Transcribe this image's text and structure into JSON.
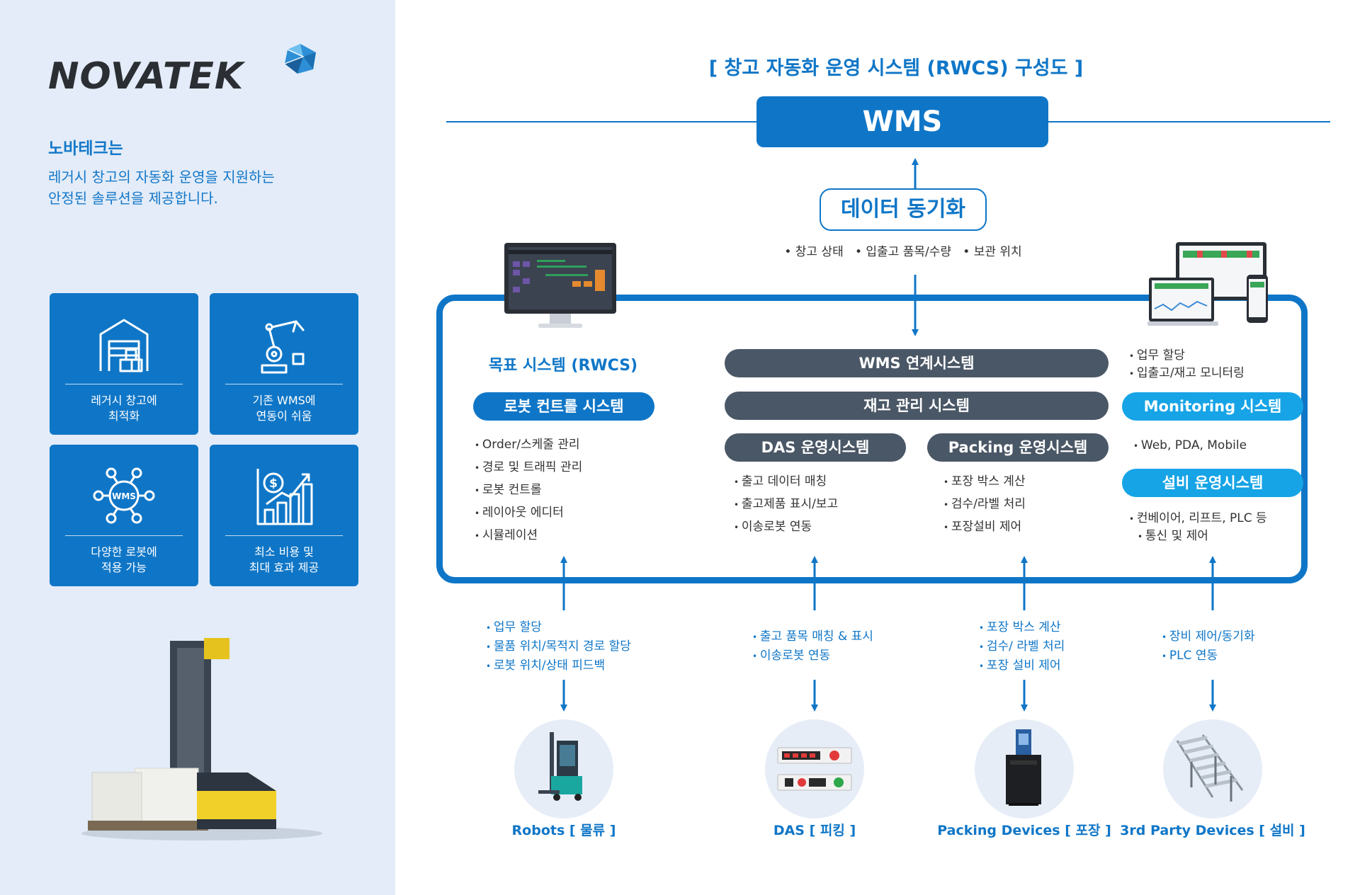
{
  "brand": {
    "logo_text": "NOVATEK",
    "intro_title": "노바테크는",
    "intro_lines": [
      "레거시 창고의 자동화 운영을 지원하는",
      "안정된 솔루션을 제공합니다."
    ]
  },
  "features": [
    {
      "icon": "warehouse-icon",
      "line1": "레거시 창고에",
      "line2": "최적화"
    },
    {
      "icon": "robot-arm-icon",
      "line1": "기존 WMS에",
      "line2": "연동이 쉬움"
    },
    {
      "icon": "wms-network-icon",
      "line1": "다양한 로봇에",
      "line2": "적용 가능"
    },
    {
      "icon": "growth-chart-icon",
      "line1": "최소 비용 및",
      "line2": "최대 효과 제공"
    }
  ],
  "diagram": {
    "title": "[ 창고 자동화 운영 시스템 (RWCS) 구성도 ]",
    "wms_label": "WMS",
    "sync_label": "데이터 동기화",
    "sync_items": [
      "창고 상태",
      "입출고 품목/수량",
      "보관 위치"
    ],
    "rwcs": {
      "title": "목표 시스템 (RWCS)",
      "pill": "로봇 컨트롤 시스템",
      "items": [
        "Order/스케줄 관리",
        "경로 및 트래픽 관리",
        "로봇 컨트롤",
        "레이아웃 에디터",
        "시뮬레이션"
      ]
    },
    "center": {
      "bar1": "WMS 연계시스템",
      "bar2": "재고 관리 시스템",
      "das": {
        "pill": "DAS 운영시스템",
        "items": [
          "출고 데이터 매칭",
          "출고제품 표시/보고",
          "이송로봇 연동"
        ]
      },
      "packing": {
        "pill": "Packing 운영시스템",
        "items": [
          "포장 박스 계산",
          "검수/라벨 처리",
          "포장설비 제어"
        ]
      }
    },
    "right": {
      "top_items": [
        "업무 할당",
        "입출고/재고 모니터링"
      ],
      "monitoring_pill": "Monitoring 시스템",
      "monitoring_items": [
        "Web, PDA, Mobile"
      ],
      "equipment_pill": "설비 운영시스템",
      "equipment_items": [
        "컨베이어, 리프트, PLC 등",
        "통신 및 제어"
      ]
    },
    "links": [
      {
        "items": [
          "업무 할당",
          "물품 위치/목적지 경로 할당",
          "로봇 위치/상태 피드백"
        ],
        "device": "Robots [ 물류 ]",
        "device_icon": "forklift-robot-icon"
      },
      {
        "items": [
          "출고 품목 매칭 & 표시",
          "이송로봇 연동"
        ],
        "device": "DAS [ 피킹 ]",
        "device_icon": "das-display-icon"
      },
      {
        "items": [
          "포장 박스 계산",
          "검수/ 라벨 처리",
          "포장 설비 제어"
        ],
        "device": "Packing Devices [ 포장 ]",
        "device_icon": "packing-machine-icon"
      },
      {
        "items": [
          "장비 제어/동기화",
          "PLC 연동"
        ],
        "device": "3rd Party Devices [ 설비 ]",
        "device_icon": "roller-conveyor-icon"
      }
    ]
  },
  "colors": {
    "primary": "#0f76c7",
    "accent": "#16a4e6",
    "dark_pill": "#4a5766",
    "left_bg": "#e3ecf8"
  }
}
